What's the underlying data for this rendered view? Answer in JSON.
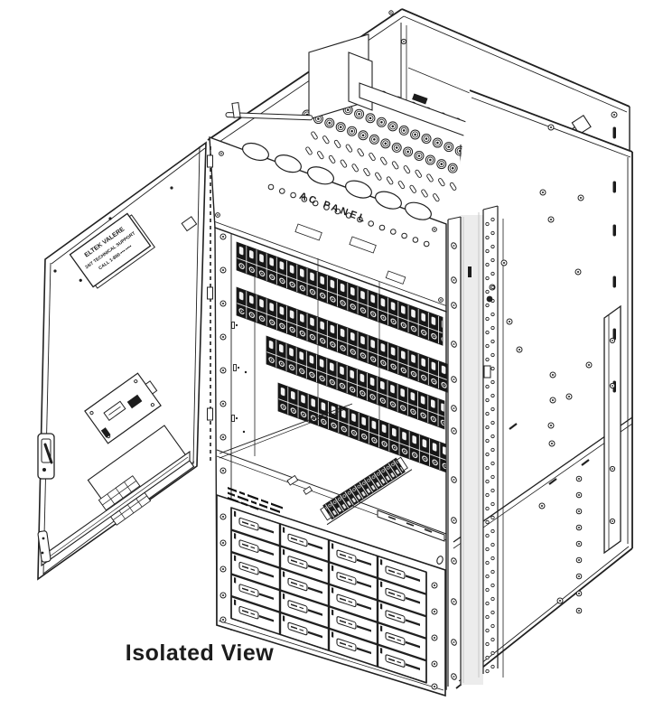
{
  "figure": {
    "caption": "Isolated View",
    "ac_panel_label": "AC PANEL",
    "door_label": {
      "line1": "ELTEK VALERE",
      "line2": "24/7 TECHNICAL SUPPORT",
      "line3": "CALL 1-800-•••-••••"
    }
  },
  "components": {
    "breaker_rows": 4,
    "module_bay_columns": 4,
    "module_bay_rows": 5,
    "knockout_count": 6
  },
  "colors": {
    "line": "#202020",
    "fill": "#ffffff",
    "breaker": "#161616"
  }
}
